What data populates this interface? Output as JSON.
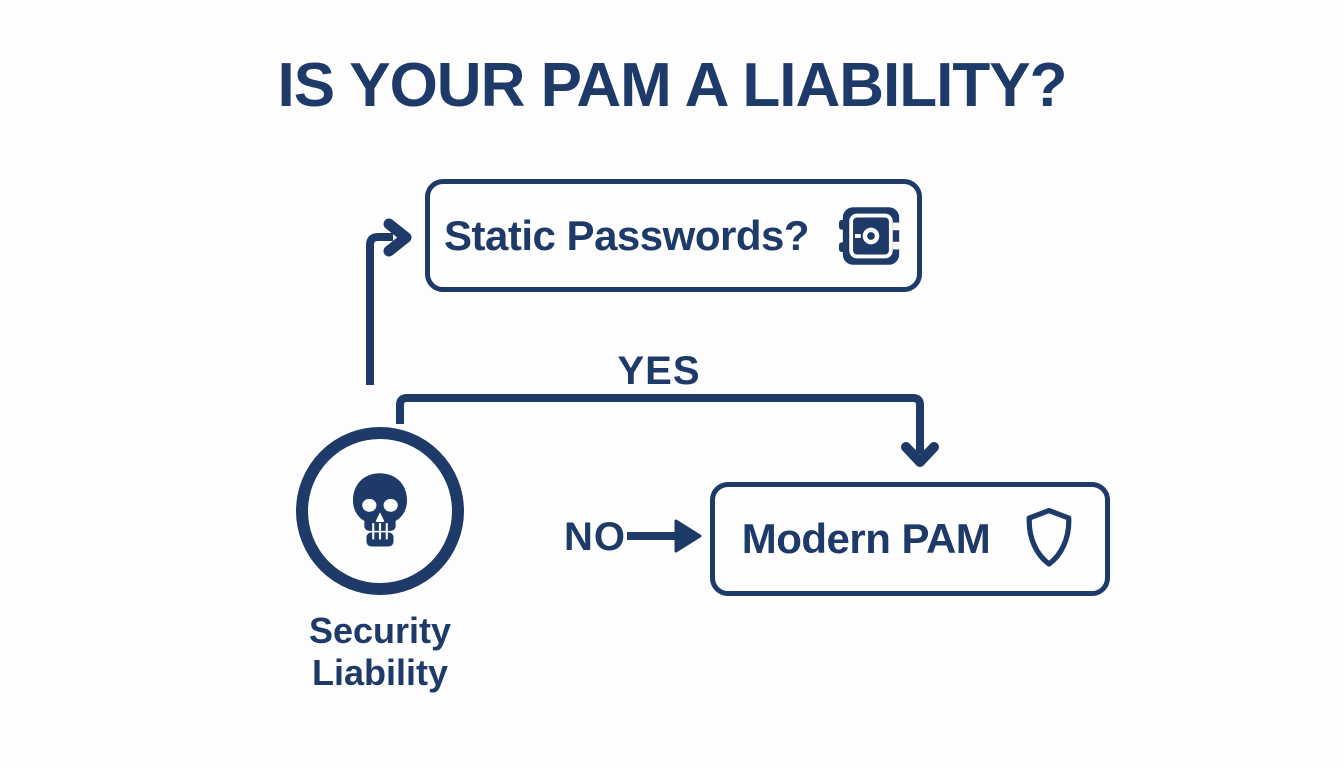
{
  "title": "IS YOUR PAM A LIABILITY?",
  "colors": {
    "navy": "#1e3a69",
    "background": "#fdfdfd",
    "node_fill": "#fefefe"
  },
  "diagram": {
    "question_box": {
      "label": "Static Passwords?",
      "icon": "safe-icon"
    },
    "yes_label": "YES",
    "no_label": "NO",
    "security_node": {
      "icon": "skull-icon",
      "label_lines": [
        "Security",
        "Liability"
      ]
    },
    "modern_box": {
      "label": "Modern PAM",
      "icon": "shield-icon"
    }
  }
}
